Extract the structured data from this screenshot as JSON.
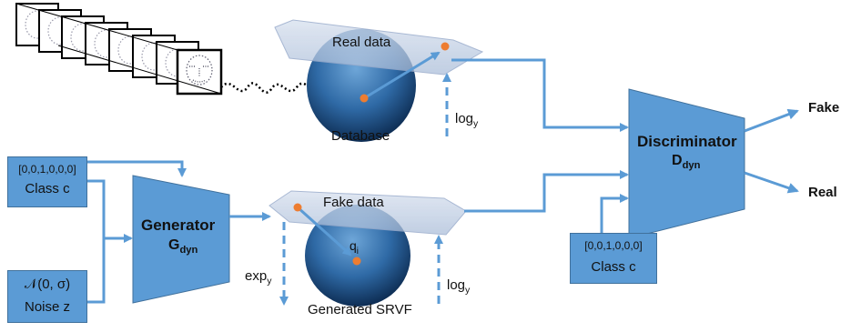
{
  "real_data_label": "Real data",
  "database_label": "Database",
  "fake_data_label": "Fake data",
  "generated_srvf_label": "Generated SRVF",
  "q_label": "q",
  "q_sub": "i",
  "log_label": "log",
  "log_sub": "y",
  "exp_label": "exp",
  "exp_sub": "y",
  "generator": {
    "title": "Generator",
    "symbol": "G",
    "symbol_sub": "dyn"
  },
  "discriminator": {
    "title": "Discriminator",
    "symbol": "D",
    "symbol_sub": "dyn"
  },
  "class_input": {
    "vector": "[0,0,1,0,0,0]",
    "label": "Class c"
  },
  "noise_input": {
    "dist": "𝒩(0, σ)",
    "label": "Noise z"
  },
  "disc_class_input": {
    "vector": "[0,0,1,0,0,0]",
    "label": "Class c"
  },
  "outputs": {
    "fake": "Fake",
    "real": "Real"
  },
  "colors": {
    "block": "#5b9bd5",
    "block_border": "#41719c",
    "arrow": "#5b9bd5",
    "point": "#ed7d31",
    "plane": "#c5d3e8"
  }
}
